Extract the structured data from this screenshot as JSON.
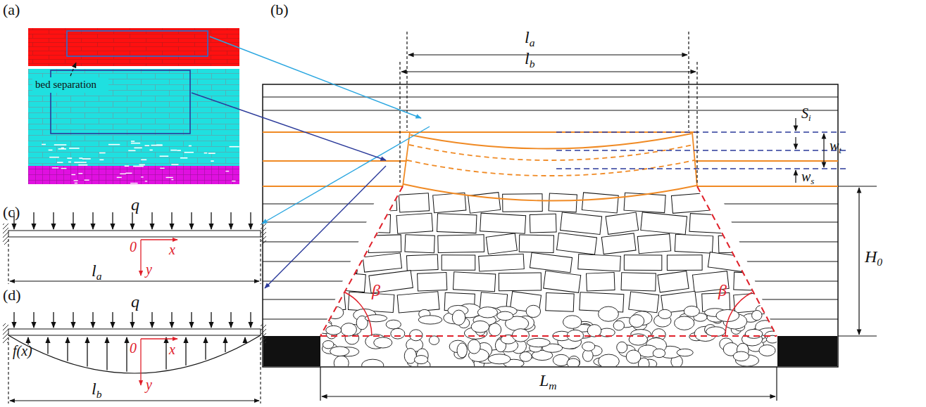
{
  "diagram": {
    "labels": [
      "(a)",
      "bed separation",
      "(b)",
      "la",
      "lb",
      "Si",
      "wt",
      "ws",
      "H0",
      "Lm",
      "β",
      "β",
      "(c)",
      "q",
      "0",
      "x",
      "y",
      "la",
      "(d)",
      "q",
      "f(x)",
      "0",
      "x",
      "y",
      "lb"
    ]
  }
}
